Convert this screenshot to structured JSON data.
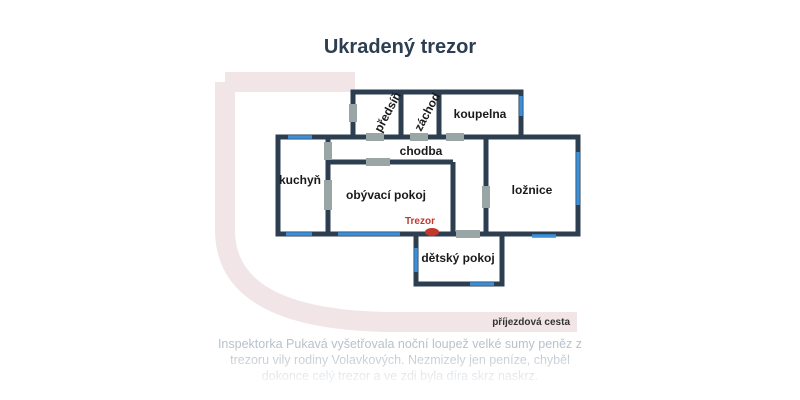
{
  "title": "Ukradený trezor",
  "rooms": {
    "predsin": "předsíň",
    "zachod": "záchod",
    "koupelna": "koupelna",
    "chodba": "chodba",
    "kuchyn": "kuchyň",
    "obyvaci_pokoj": "obývací pokoj",
    "loznice": "ložnice",
    "detsky_pokoj": "dětský pokoj"
  },
  "safe_label": "Trezor",
  "driveway_label": "příjezdová cesta",
  "story_text": "Inspektorka Pukavá vyšetřovala noční loupež velké sumy peněz z trezoru vily rodiny Volavkových. Nezmizely jen peníze, chyběl dokonce celý trezor a ve zdi byla díra skrz naskrz.",
  "colors": {
    "wall": "#2c3e50",
    "window": "#3a8fd8",
    "door": "#9aa5a5",
    "driveway": "#f1e5e7",
    "safe": "#c0392b"
  }
}
